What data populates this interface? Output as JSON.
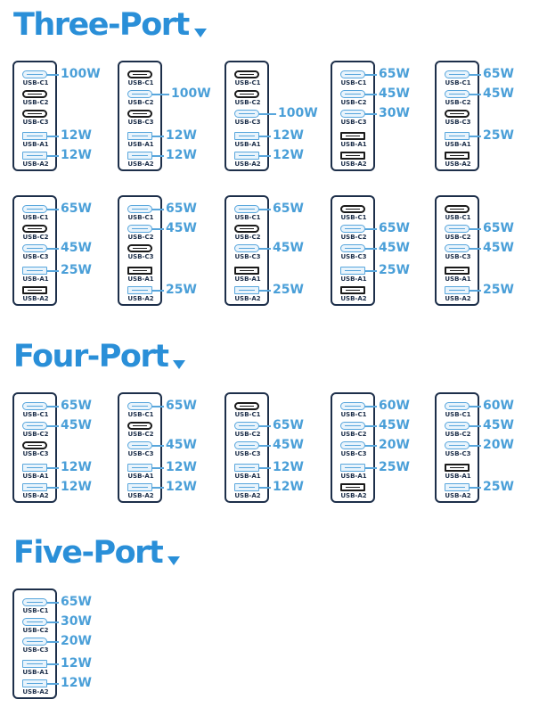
{
  "colors": {
    "heading": "#2a8fd8",
    "active": "#58a6dc",
    "idle": "#1a1a1a",
    "frame": "#1d2f4a",
    "watt": "#4a9fd8"
  },
  "ports": [
    {
      "label": "USB-C1",
      "kind": "c"
    },
    {
      "label": "USB-C2",
      "kind": "c"
    },
    {
      "label": "USB-C3",
      "kind": "c"
    },
    {
      "label": "USB-A1",
      "kind": "a"
    },
    {
      "label": "USB-A2",
      "kind": "a"
    }
  ],
  "sections": [
    {
      "title": "Three-Port",
      "rows": [
        [
          [
            "100W",
            "",
            "",
            "12W",
            "12W"
          ],
          [
            "",
            "100W",
            "",
            "12W",
            "12W"
          ],
          [
            "",
            "",
            "100W",
            "12W",
            "12W"
          ],
          [
            "65W",
            "45W",
            "30W",
            "",
            ""
          ],
          [
            "65W",
            "45W",
            "",
            "25W",
            ""
          ]
        ],
        [
          [
            "65W",
            "",
            "45W",
            "25W",
            ""
          ],
          [
            "65W",
            "45W",
            "",
            "",
            "25W"
          ],
          [
            "65W",
            "",
            "45W",
            "",
            "25W"
          ],
          [
            "",
            "65W",
            "45W",
            "25W",
            ""
          ],
          [
            "",
            "65W",
            "45W",
            "",
            "25W"
          ]
        ]
      ]
    },
    {
      "title": "Four-Port",
      "rows": [
        [
          [
            "65W",
            "45W",
            "",
            "12W",
            "12W"
          ],
          [
            "65W",
            "",
            "45W",
            "12W",
            "12W"
          ],
          [
            "",
            "65W",
            "45W",
            "12W",
            "12W"
          ],
          [
            "60W",
            "45W",
            "20W",
            "25W",
            ""
          ],
          [
            "60W",
            "45W",
            "20W",
            "",
            "25W"
          ]
        ]
      ]
    },
    {
      "title": "Five-Port",
      "rows": [
        [
          [
            "65W",
            "30W",
            "20W",
            "12W",
            "12W"
          ]
        ]
      ]
    }
  ]
}
